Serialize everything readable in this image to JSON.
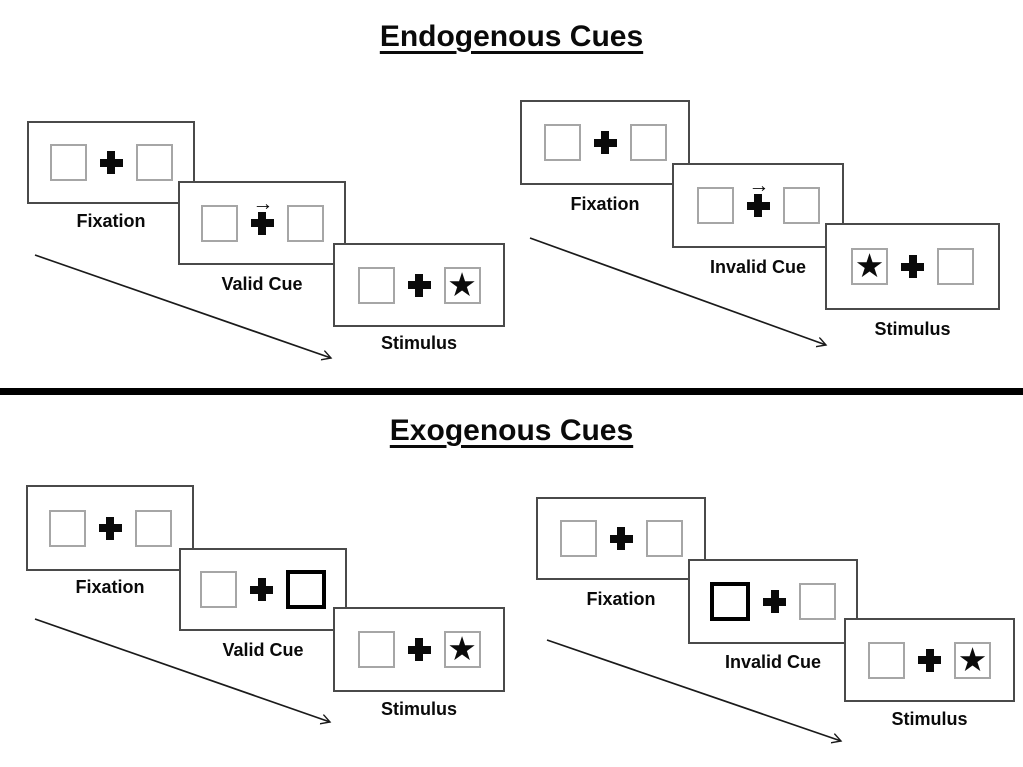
{
  "diagram": {
    "endogenous": {
      "title": "Endogenous Cues",
      "valid_sequence": {
        "fixation_label": "Fixation",
        "cue_label": "Valid Cue",
        "stimulus_label": "Stimulus",
        "cue_type": "central-arrow-right",
        "stimulus_side": "right"
      },
      "invalid_sequence": {
        "fixation_label": "Fixation",
        "cue_label": "Invalid Cue",
        "stimulus_label": "Stimulus",
        "cue_type": "central-arrow-right",
        "stimulus_side": "left"
      }
    },
    "exogenous": {
      "title": "Exogenous Cues",
      "valid_sequence": {
        "fixation_label": "Fixation",
        "cue_label": "Valid Cue",
        "stimulus_label": "Stimulus",
        "cue_type": "bold-box-right",
        "stimulus_side": "right"
      },
      "invalid_sequence": {
        "fixation_label": "Fixation",
        "cue_label": "Invalid Cue",
        "stimulus_label": "Stimulus",
        "cue_type": "bold-box-left",
        "stimulus_side": "right"
      }
    },
    "icons": {
      "cue_arrow": "→",
      "star": "★"
    },
    "colors": {
      "ink": "#000000",
      "panel_border": "#4a4a4a",
      "placeholder_border": "#a6a6a6",
      "cue_highlight_border": "#000000",
      "background": "#ffffff"
    }
  }
}
